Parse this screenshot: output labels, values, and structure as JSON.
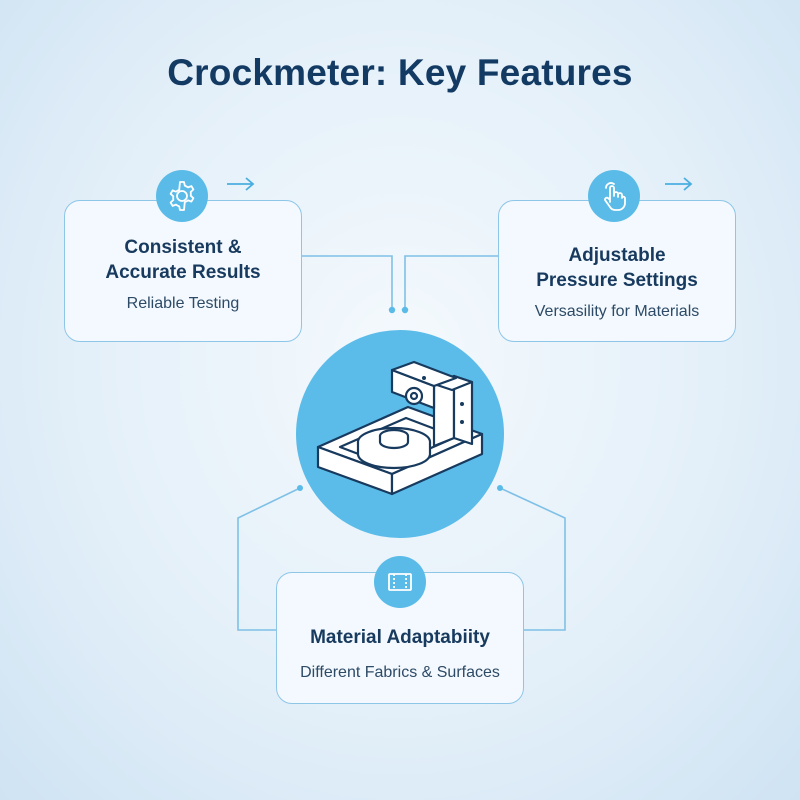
{
  "title": "Crockmeter: Key Features",
  "features": [
    {
      "heading_line1": "Consistent &",
      "heading_line2": "Accurate Results",
      "subtitle": "Reliable Testing",
      "icon": "gear-icon"
    },
    {
      "heading_line1": "Adjustable",
      "heading_line2": "Pressure Settings",
      "subtitle": "Versasility for Materials",
      "icon": "hand-pointer-icon"
    },
    {
      "heading_line1": "Material Adaptabiity",
      "subtitle": "Different Fabrics & Surfaces",
      "icon": "fabric-swatch-icon"
    }
  ],
  "hub_icon": "crockmeter-machine-icon",
  "colors": {
    "accent": "#5bbbe8",
    "card_border": "#8ec6e8",
    "title": "#123a63",
    "card_bg": "#f3f9fe"
  }
}
